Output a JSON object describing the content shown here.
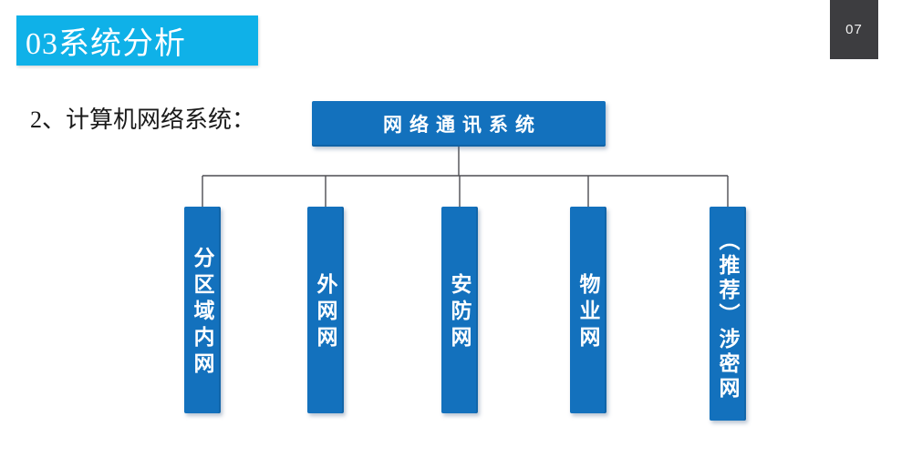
{
  "header": {
    "title": "03系统分析",
    "page_number": "07"
  },
  "subtitle": "2、计算机网络系统：",
  "diagram": {
    "root_label": "网络通讯系统",
    "children": [
      {
        "label": "分区域内网"
      },
      {
        "label": "外网网"
      },
      {
        "label": "安防网"
      },
      {
        "label": "物业网"
      },
      {
        "label": "（推荐）涉密网"
      }
    ]
  },
  "colors": {
    "header_bg": "#0fb1e8",
    "node_bg": "#1371bd",
    "page_badge_bg": "#3d3d40",
    "connector_line": "#4d4d52",
    "text_on_node": "#ffffff"
  }
}
